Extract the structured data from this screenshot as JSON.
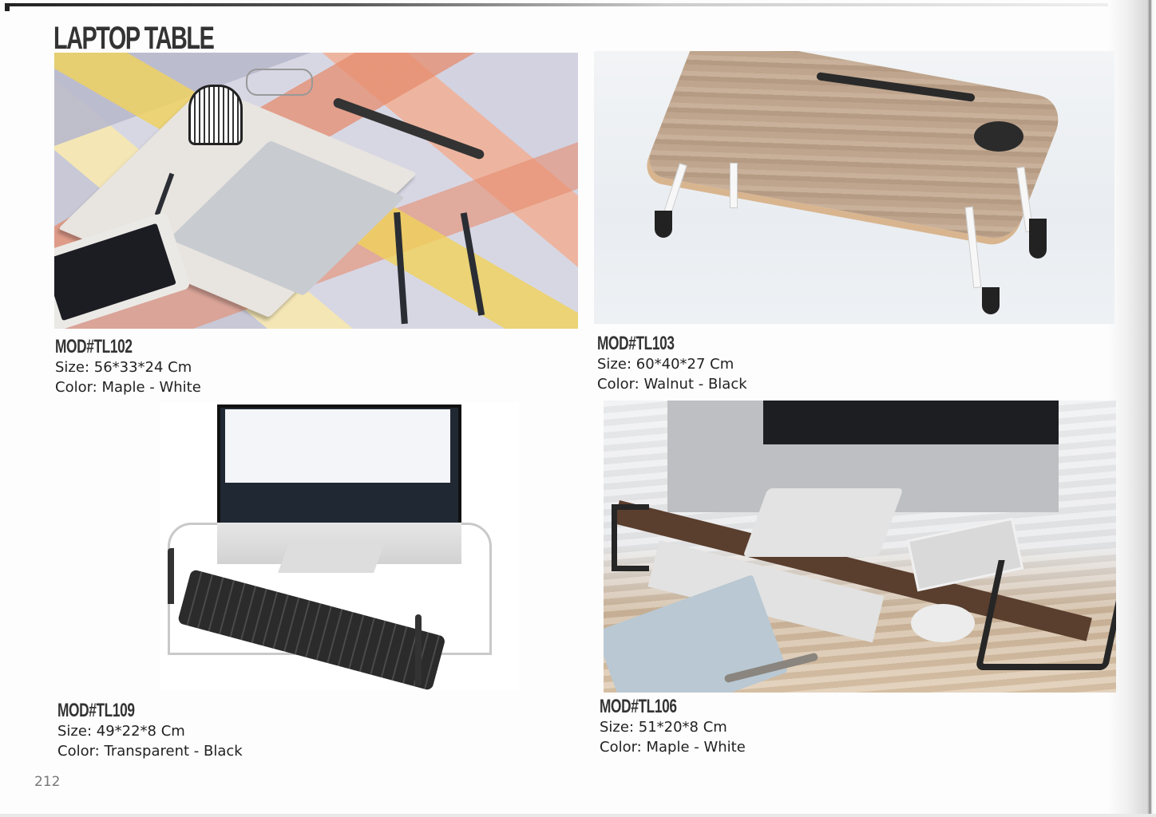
{
  "page": {
    "title": "LAPTOP TABLE",
    "page_number": "212"
  },
  "products": [
    {
      "model": "MOD#TL102",
      "size": "Size: 56*33*24 Cm",
      "color": "Color: Maple - White",
      "image_subject": "white-maple folding laptop tray with black legs on patterned blanket, with laptop, mug, glasses and tablet"
    },
    {
      "model": "MOD#TL103",
      "size": "Size: 60*40*27 Cm",
      "color": "Color: Walnut - Black",
      "image_subject": "wood-grain folding bed laptop table with tablet slot, cup holder, white and black folding legs"
    },
    {
      "model": "MOD#TL109",
      "size": "Size: 49*22*8 Cm",
      "color": "Color: Transparent - Black",
      "image_subject": "clear acrylic monitor riser with black edges, holding an all-in-one computer with keyboard underneath"
    },
    {
      "model": "MOD#TL106",
      "size": "Size: 51*20*8 Cm",
      "color": "Color: Maple - White",
      "image_subject": "dark wood desk monitor shelf with black metal legs and USB hub, holding an all-in-one computer, notepad, keyboard and mouse below"
    }
  ],
  "colors": {
    "title": "#333333",
    "text": "#222222",
    "page_number": "#777777"
  }
}
